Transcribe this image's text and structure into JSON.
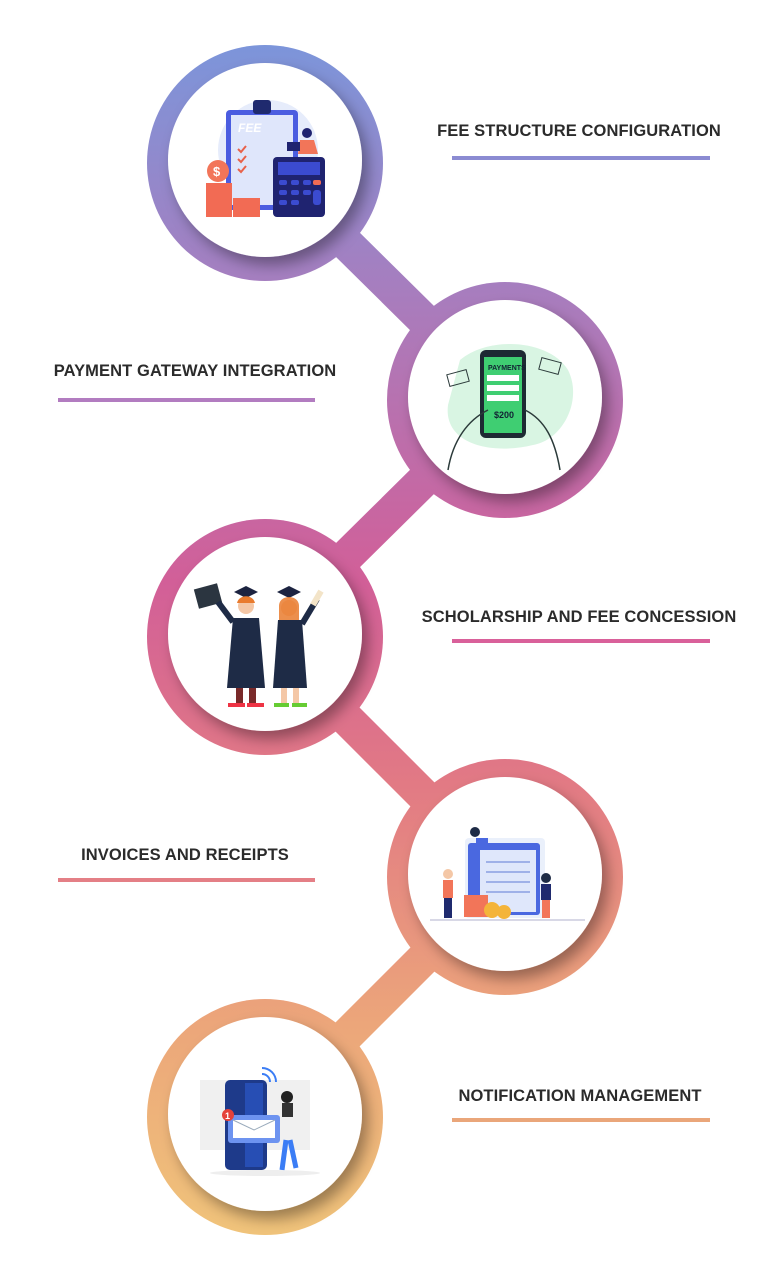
{
  "steps": [
    {
      "title": "FEE STRUCTURE CONFIGURATION",
      "color": "#8b8bd2",
      "icon": "fee-calculator-illustration",
      "illustration_text": "FEE"
    },
    {
      "title": "PAYMENT GATEWAY INTEGRATION",
      "color": "#b27cc0",
      "icon": "mobile-payment-illustration",
      "illustration_text": "PAYMENTS",
      "amount": "$200"
    },
    {
      "title": "SCHOLARSHIP AND FEE CONCESSION",
      "color": "#d9609a",
      "icon": "graduates-illustration"
    },
    {
      "title": "INVOICES AND RECEIPTS",
      "color": "#e47f86",
      "icon": "invoice-illustration"
    },
    {
      "title": "NOTIFICATION MANAGEMENT",
      "color": "#eaa67a",
      "icon": "notification-illustration",
      "badge_count": "1"
    }
  ],
  "gradient": [
    "#7c95da",
    "#a67ebf",
    "#d25f98",
    "#e27a84",
    "#eca67a",
    "#f0c47a"
  ]
}
